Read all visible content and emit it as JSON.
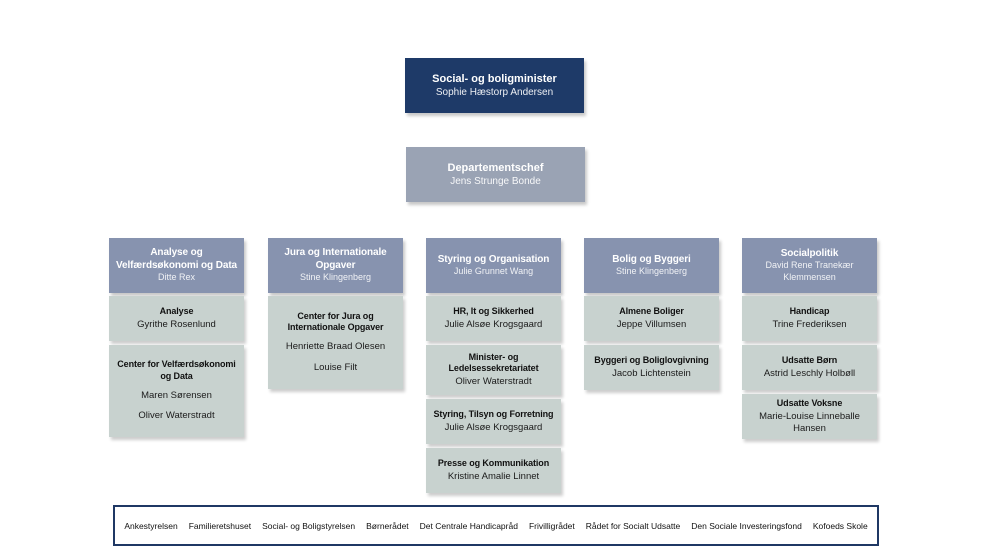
{
  "colors": {
    "navy": "#1e3a68",
    "dept_gray_blue": "#9aa3b4",
    "column_header_blue": "#8793af",
    "light_box": "#c8d2cf",
    "agency_border_navy": "#1f3864",
    "background": "#ffffff"
  },
  "minister": {
    "title": "Social- og boligminister",
    "name": "Sophie Hæstorp Andersen"
  },
  "departementschef": {
    "title": "Departementschef",
    "name": "Jens Strunge Bonde"
  },
  "columns": [
    {
      "header": {
        "title": "Analyse og Velfærdsøkonomi og Data",
        "name": "Ditte Rex"
      },
      "boxes": [
        {
          "title": "Analyse",
          "names": [
            "Gyrithe Rosenlund"
          ]
        },
        {
          "title": "Center for Velfærdsøkonomi og Data",
          "names": [
            "Maren Sørensen",
            "Oliver Waterstradt"
          ]
        }
      ]
    },
    {
      "header": {
        "title": "Jura og Internationale Opgaver",
        "name": "Stine Klingenberg"
      },
      "boxes": [
        {
          "title": "Center for Jura og Internationale Opgaver",
          "names": [
            "Henriette Braad Olesen",
            "Louise Filt"
          ]
        }
      ]
    },
    {
      "header": {
        "title": "Styring og Organisation",
        "name": "Julie Grunnet Wang"
      },
      "boxes": [
        {
          "title": "HR, It og Sikkerhed",
          "names": [
            "Julie Alsøe Krogsgaard"
          ]
        },
        {
          "title": "Minister- og Ledelsessekretariatet",
          "names": [
            "Oliver Waterstradt"
          ]
        },
        {
          "title": "Styring, Tilsyn og Forretning",
          "names": [
            "Julie Alsøe Krogsgaard"
          ]
        },
        {
          "title": "Presse og Kommunikation",
          "names": [
            "Kristine Amalie Linnet"
          ]
        }
      ]
    },
    {
      "header": {
        "title": "Bolig og Byggeri",
        "name": "Stine Klingenberg"
      },
      "boxes": [
        {
          "title": "Almene Boliger",
          "names": [
            "Jeppe Villumsen"
          ]
        },
        {
          "title": "Byggeri og Boliglovgivning",
          "names": [
            "Jacob Lichtenstein"
          ]
        }
      ]
    },
    {
      "header": {
        "title": "Socialpolitik",
        "name": "David Rene Tranekær Klemmensen"
      },
      "boxes": [
        {
          "title": "Handicap",
          "names": [
            "Trine Frederiksen"
          ]
        },
        {
          "title": "Udsatte Børn",
          "names": [
            "Astrid Leschly Holbøll"
          ]
        },
        {
          "title": "Udsatte Voksne",
          "names": [
            "Marie-Louise Linneballe Hansen"
          ]
        }
      ]
    }
  ],
  "agencies": {
    "items": [
      "Ankestyrelsen",
      "Familieretshuset",
      "Social- og Boligstyrelsen",
      "Børnerådet",
      "Det Centrale Handicapråd",
      "Frivilligrådet",
      "Rådet for Socialt Udsatte",
      "Den Sociale Investeringsfond",
      "Kofoeds Skole"
    ]
  }
}
